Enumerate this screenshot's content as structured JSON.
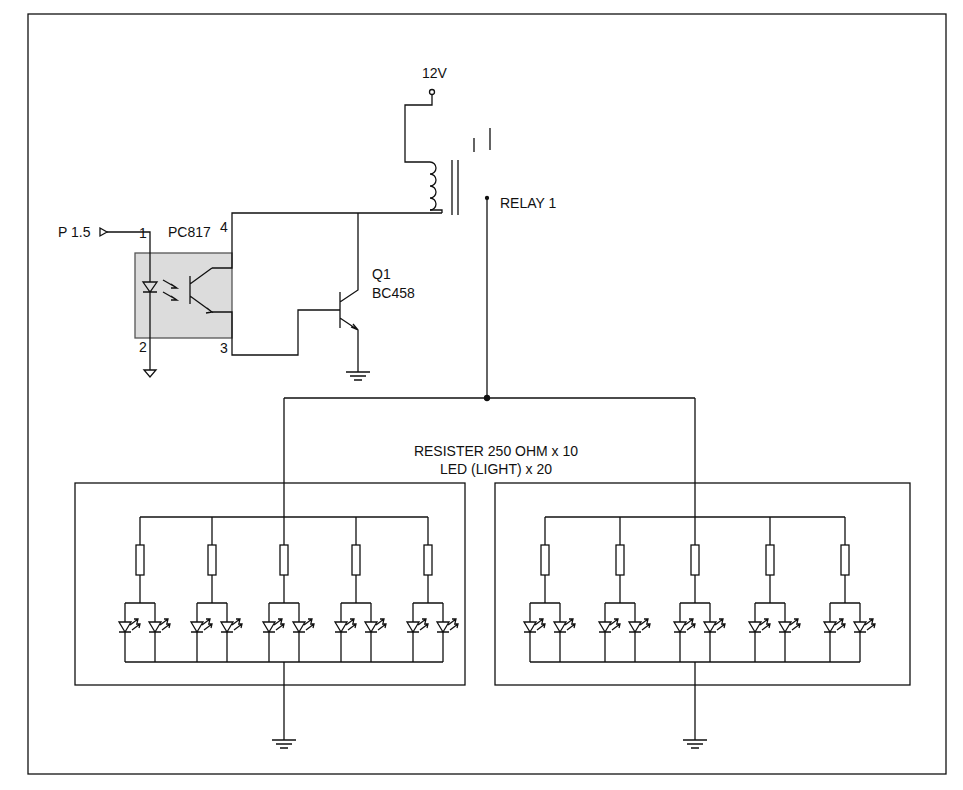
{
  "diagram": {
    "labels": [
      "12V",
      "P 1.5",
      "PC817",
      "1",
      "4",
      "2",
      "3",
      "Q1",
      "BC458",
      "RELAY 1",
      "RESISTER 250 OHM x 10",
      "LED (LIGHT) x 20"
    ]
  }
}
